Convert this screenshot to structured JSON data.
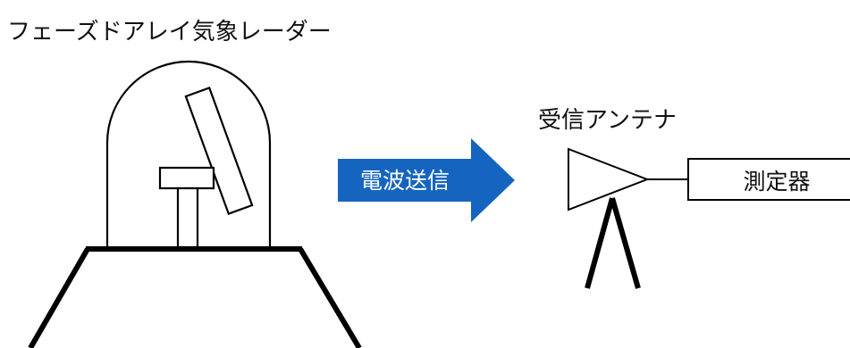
{
  "radar": {
    "title": "フェーズドアレイ気象レーダー"
  },
  "transmission": {
    "label": "電波送信",
    "arrow_color": "#1565C0",
    "text_color": "#ffffff"
  },
  "receiver": {
    "title": "受信アンテナ"
  },
  "instrument": {
    "label": "測定器"
  },
  "colors": {
    "line": "#000000",
    "background": "#ffffff"
  }
}
